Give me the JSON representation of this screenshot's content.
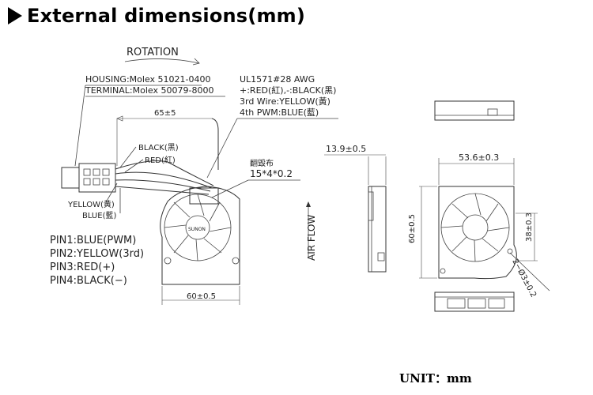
{
  "header": {
    "title": "External dimensions(mm)"
  },
  "drawing": {
    "rotation_label": "ROTATION",
    "housing_spec": "HOUSING:Molex  51021-0400",
    "terminal_spec": "TERMINAL:Molex  50079-8000",
    "wire_spec": "UL1571#28  AWG",
    "wire_line1": "+:RED(紅),-:BLACK(黑)",
    "wire_line2": "3rd  Wire:YELLOW(黃)",
    "wire_line3": "4th  PWM:BLUE(藍)",
    "cable_length": "65±5",
    "black_label": "BLACK(黑)",
    "red_label": "RED(紅)",
    "yellow_label": "YELLOW(黃)",
    "blue_label": "BLUE(藍)",
    "sleeve_label": "翻毀布",
    "sleeve_size": "15*4*0.2",
    "airflow_label": "AIR FLOW",
    "pins": [
      "PIN1:BLUE(PWM)",
      "PIN2:YELLOW(3rd)",
      "PIN3:RED(+)",
      "PIN4:BLACK(−)"
    ],
    "dim_front_width": "60±0.5",
    "dim_thickness": "13.9±0.5",
    "dim_right_width": "53.6±0.3",
    "dim_right_height": "60±0.5",
    "dim_outlet": "38±0.3",
    "dim_holes": "2−Ø3±0.2"
  },
  "unit": "UNIT：mm"
}
